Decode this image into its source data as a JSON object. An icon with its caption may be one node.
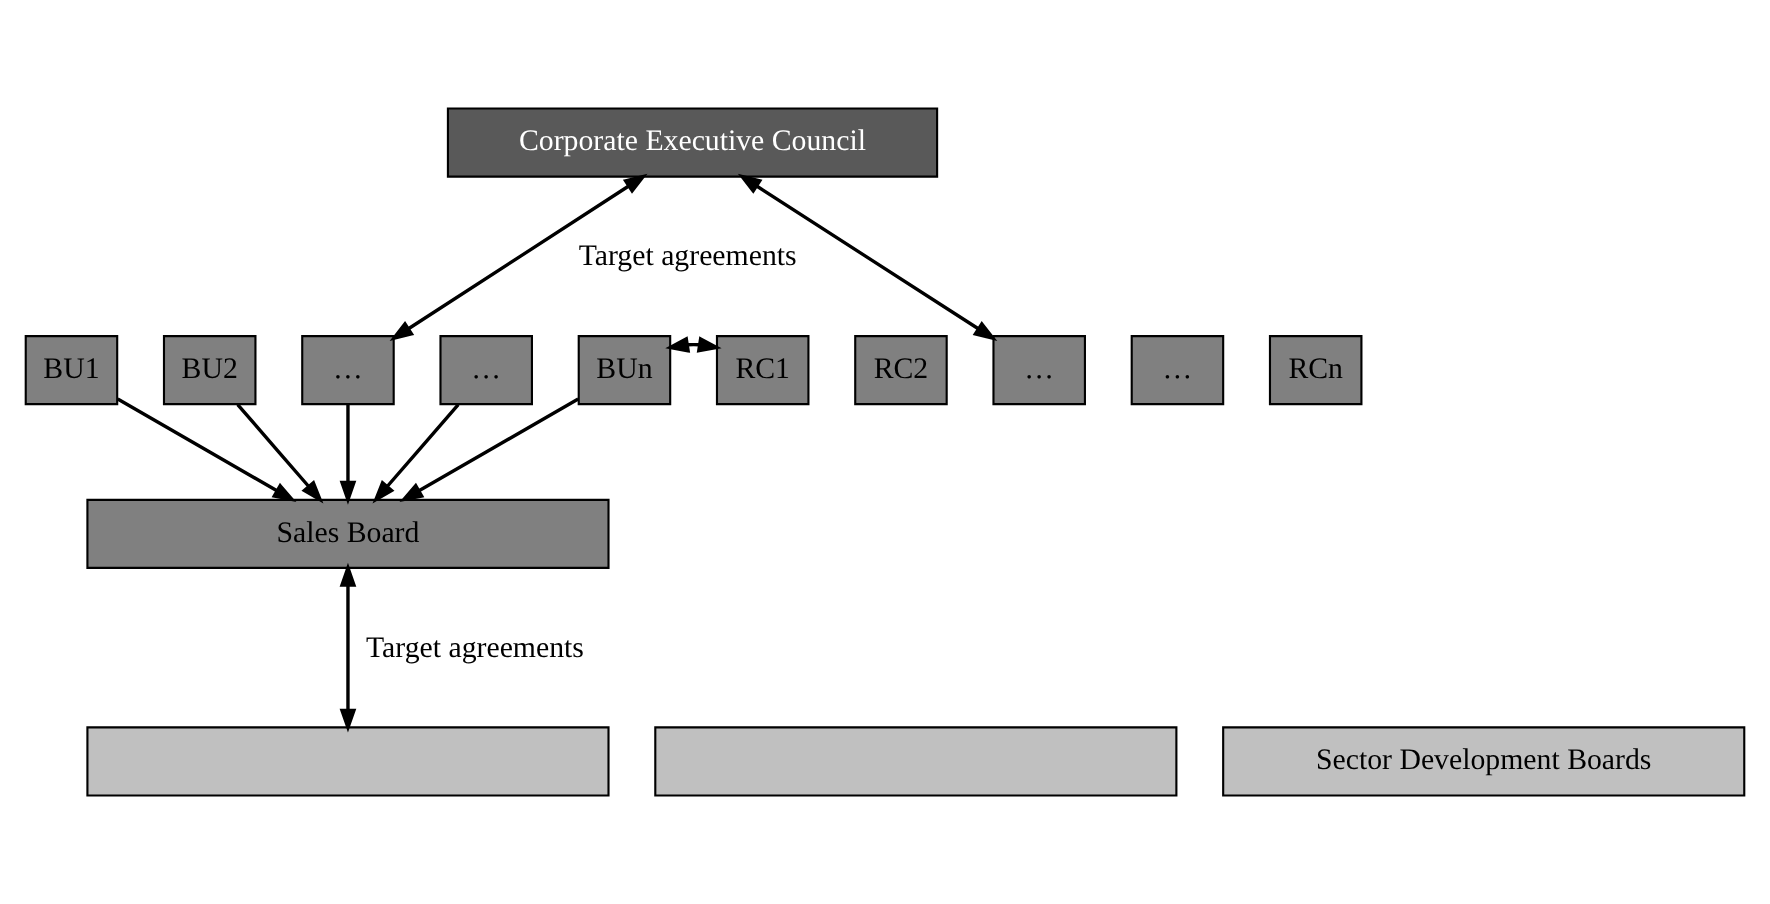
{
  "diagram": {
    "nodes": [
      {
        "text": [
          "Corporate Executive Council"
        ]
      },
      {
        "text": [
          "BU1"
        ]
      },
      {
        "text": [
          "BU2"
        ]
      },
      {
        "text": [
          "…"
        ]
      },
      {
        "text": [
          "…"
        ]
      },
      {
        "text": [
          "BUn"
        ]
      },
      {
        "text": [
          "RC1"
        ]
      },
      {
        "text": [
          "RC2"
        ]
      },
      {
        "text": [
          "…"
        ]
      },
      {
        "text": [
          "…"
        ]
      },
      {
        "text": [
          "RCn"
        ]
      },
      {
        "text": [
          "Sales Board"
        ]
      },
      {
        "text": [],
        "shape": "box"
      },
      {
        "text": [],
        "shape": "box"
      },
      {
        "text": [
          "Sector Development Boards"
        ]
      }
    ],
    "edges": [
      {
        "from": 0,
        "to": 3,
        "arrow": "both",
        "label": "Target agreements"
      },
      {
        "from": 0,
        "to": 8,
        "arrow": "both"
      },
      {
        "from": 5,
        "to": 6,
        "arrow": "both"
      },
      {
        "from": 1,
        "to": 11,
        "arrow": "to"
      },
      {
        "from": 2,
        "to": 11,
        "arrow": "to"
      },
      {
        "from": 3,
        "to": 11,
        "arrow": "to"
      },
      {
        "from": 4,
        "to": 11,
        "arrow": "to"
      },
      {
        "from": 5,
        "to": 11,
        "arrow": "to"
      },
      {
        "from": 11,
        "to": 12,
        "arrow": "both",
        "label": "Target agreements"
      }
    ]
  }
}
